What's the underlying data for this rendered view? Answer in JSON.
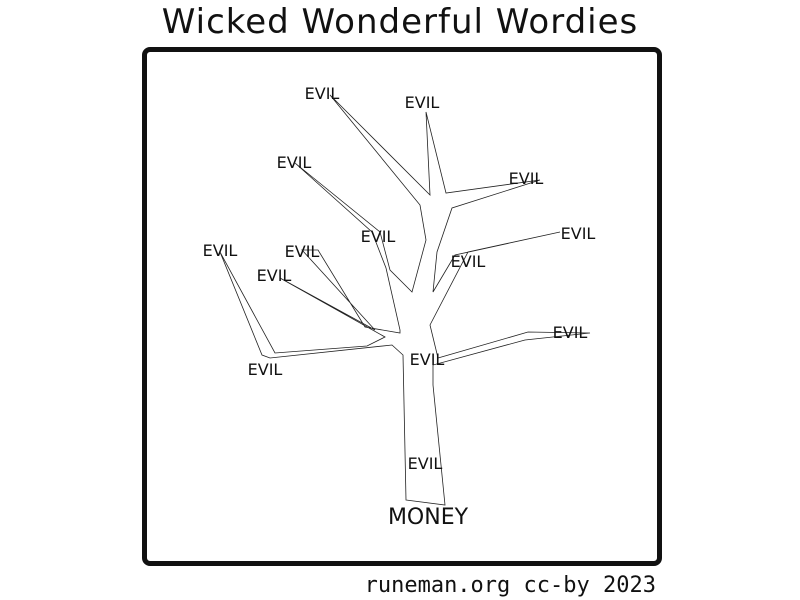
{
  "title": "Wicked Wonderful Wordies",
  "root_word": "MONEY",
  "branch_word": "EVIL",
  "credit": "runeman.org cc-by 2023"
}
